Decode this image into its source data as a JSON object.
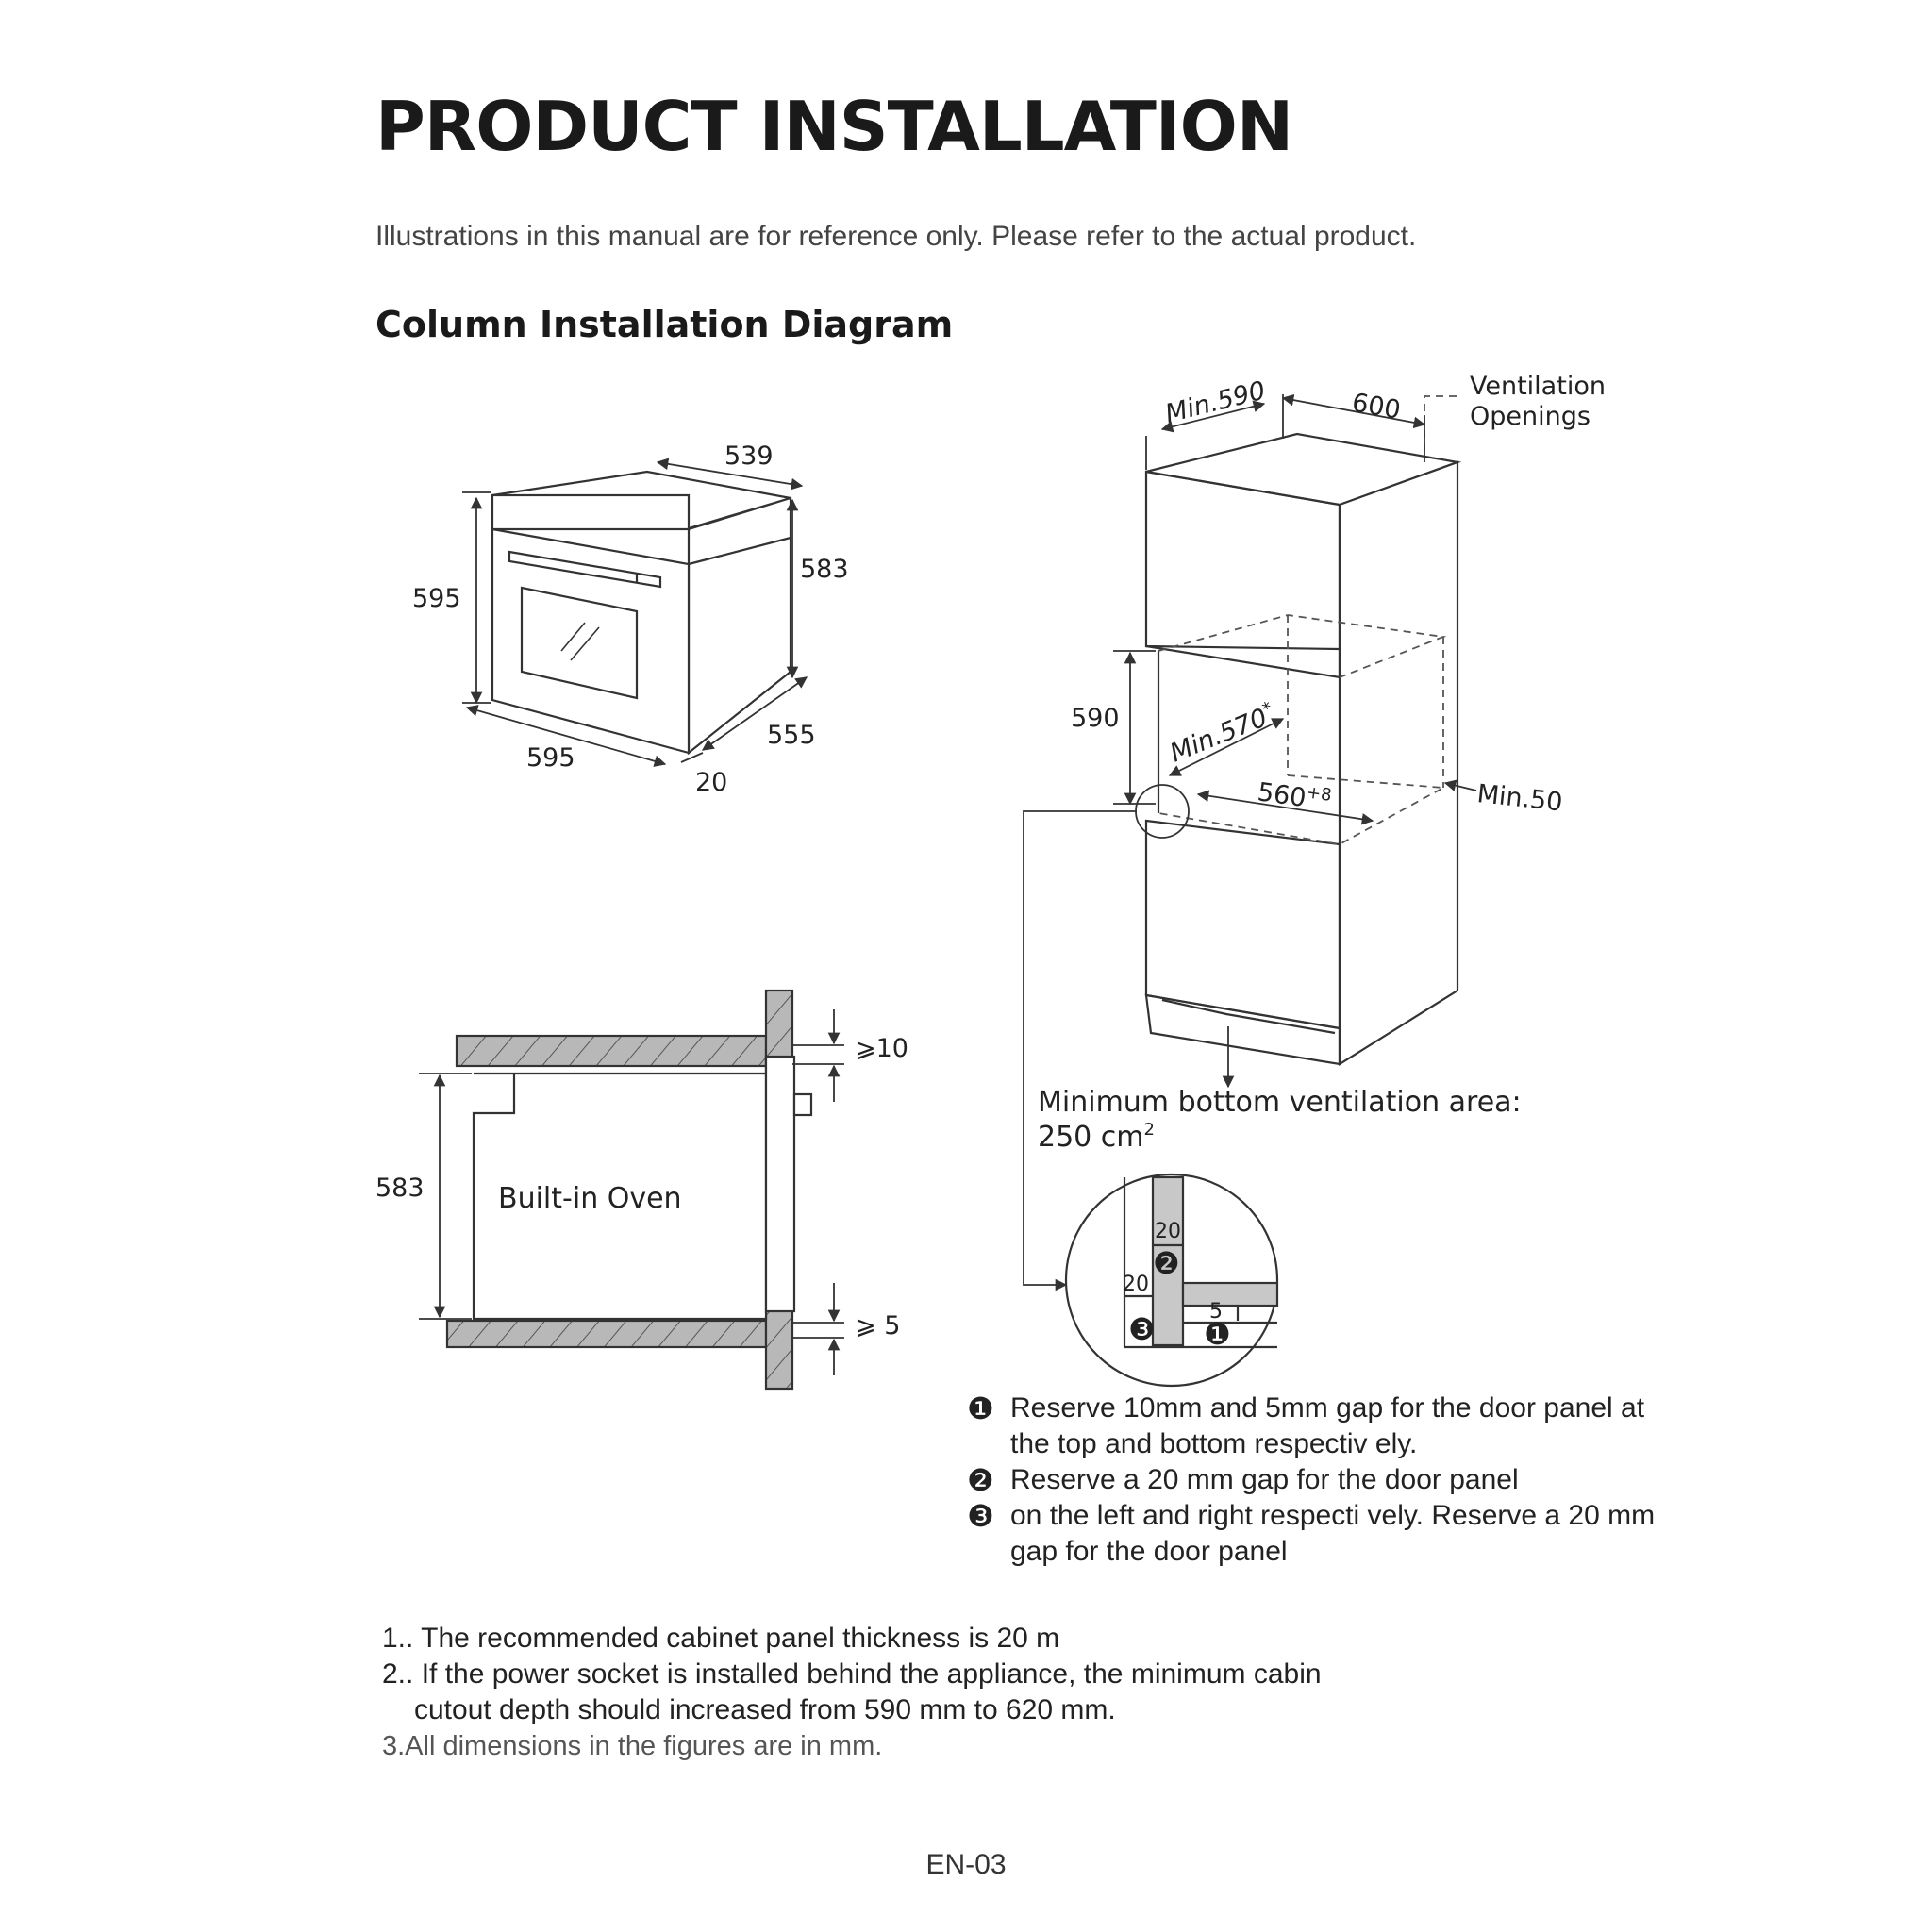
{
  "page": {
    "title": "PRODUCT INSTALLATION",
    "intro": "Illustrations in this manual are for reference only. Please refer to the actual product.",
    "subtitle": "Column Installation Diagram",
    "footer": "EN-03"
  },
  "oven_dims": {
    "depth_top": "539",
    "height_front": "595",
    "height_side": "583",
    "width_front": "595",
    "depth_side": "555",
    "panel": "20"
  },
  "side_section": {
    "gap_top": "⩾10",
    "gap_bottom": "⩾ 5",
    "height": "583",
    "label": "Built-in Oven"
  },
  "column": {
    "min_depth": "Min.590",
    "width": "600",
    "vent_label_1": "Ventilation",
    "vent_label_2": "Openings",
    "niche_height": "590",
    "min_width": "Min.570",
    "min_width_mark": "*",
    "inner_width": "560",
    "inner_width_tol": "+8",
    "min_back": "Min.50",
    "bottom_vent_1": "Minimum bottom ventilation area:",
    "bottom_vent_2": "250 cm",
    "bottom_vent_sup": "2"
  },
  "detail": {
    "dim_20_top": "20",
    "dim_20_left": "20",
    "dim_5": "5",
    "marker_1": "❶",
    "marker_2": "❷",
    "marker_3": "❸"
  },
  "legend": [
    {
      "marker": "❶",
      "text": "Reserve 10mm and 5mm gap for the door panel at the top and bottom respectiv ely."
    },
    {
      "marker": "❷",
      "text": "Reserve a 20 mm gap for the door panel"
    },
    {
      "marker": "❸",
      "text": "on the left and right respecti vely. Reserve a 20 mm gap for the door panel"
    }
  ],
  "notes": {
    "n1": "1.. The recommended cabinet panel thickness is 20 m",
    "n2": "2.. If the power socket is installed behind the appliance, the minimum cabin",
    "n2b": "cutout depth should increased from 590 mm to 620 mm.",
    "n3": "3.All dimensions in the figures are in mm."
  },
  "colors": {
    "line": "#333333",
    "hatch_fill": "#b8b8b8",
    "panel_fill": "#c8c8c8"
  }
}
